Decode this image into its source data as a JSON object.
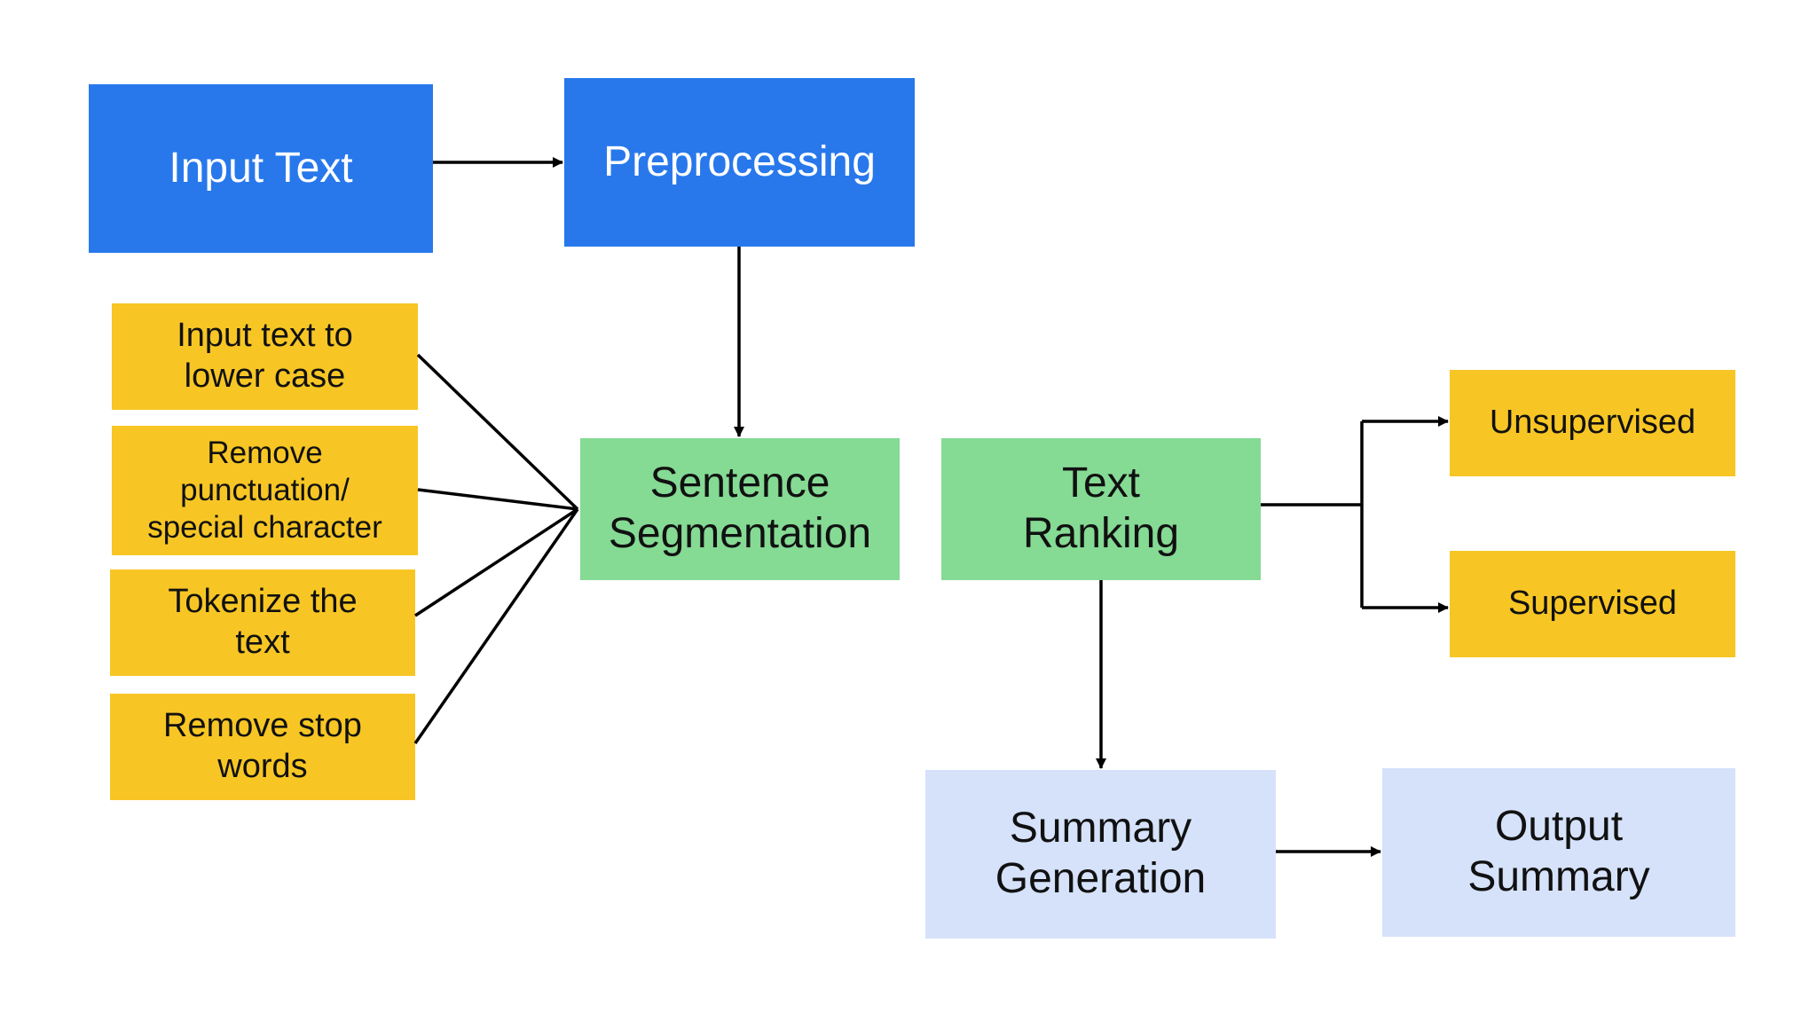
{
  "nodes": {
    "input_text": "Input Text",
    "preprocessing": "Preprocessing",
    "lower_case": "Input text to\nlower case",
    "remove_punctuation": "Remove\npunctuation/\nspecial character",
    "tokenize": "Tokenize the\ntext",
    "remove_stop_words": "Remove stop\nwords",
    "sentence_segmentation": "Sentence\nSegmentation",
    "text_ranking": "Text\nRanking",
    "unsupervised": "Unsupervised",
    "supervised": "Supervised",
    "summary_generation": "Summary\nGeneration",
    "output_summary": "Output\nSummary"
  },
  "colors": {
    "blue": "#2878EC",
    "yellow": "#F7C625",
    "green": "#85DA94",
    "lavender": "#D5E2FA",
    "line": "#000000"
  }
}
